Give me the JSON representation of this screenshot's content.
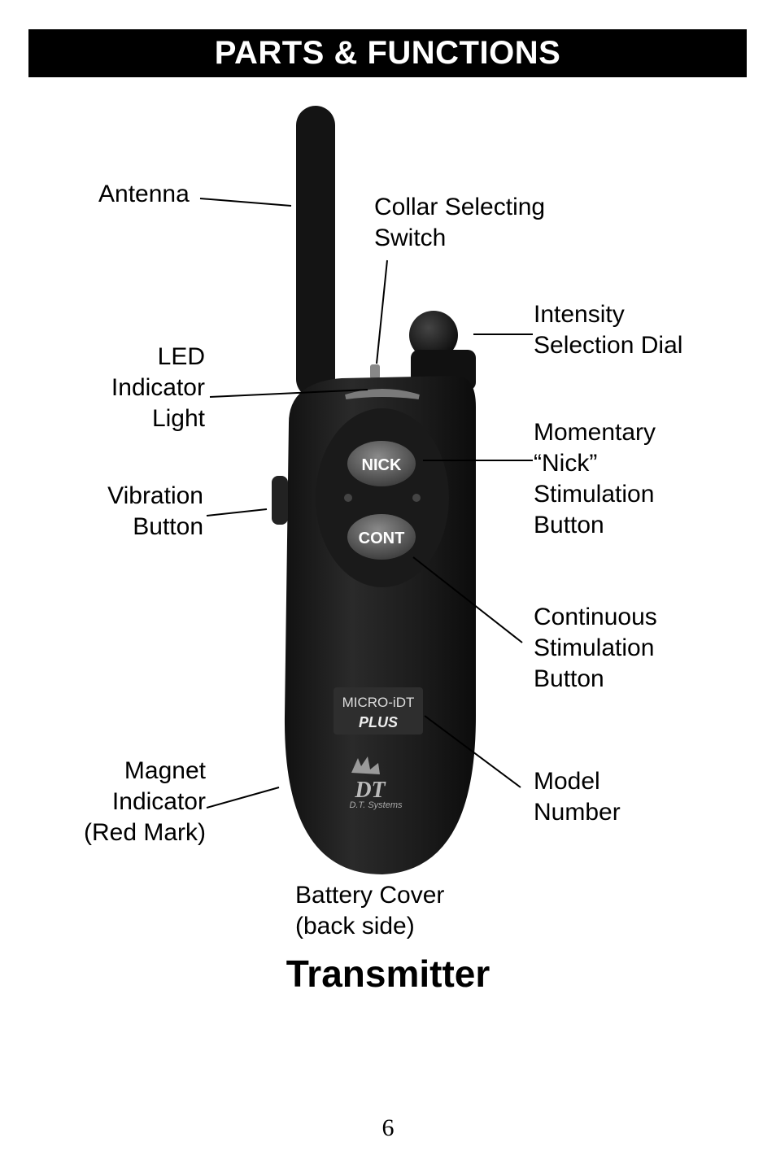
{
  "header": {
    "title": "PARTS & FUNCTIONS"
  },
  "labels": {
    "antenna": "Antenna",
    "collar_switch": "Collar Selecting\nSwitch",
    "intensity_dial": "Intensity\nSelection Dial",
    "led": "LED\nIndicator\nLight",
    "nick_button": "Momentary\n“Nick”\nStimulation\nButton",
    "vibration": "Vibration\nButton",
    "continuous": "Continuous\nStimulation\nButton",
    "magnet": "Magnet\nIndicator\n(Red Mark)",
    "model_number": "Model\nNumber",
    "battery_cover": "Battery Cover\n(back side)"
  },
  "device": {
    "nick_label": "NICK",
    "cont_label": "CONT",
    "model_line1": "MICRO-iDT",
    "model_line2": "PLUS",
    "brand": "DT",
    "brand_sub": "D.T. Systems"
  },
  "caption": "Transmitter",
  "page_number": "6"
}
